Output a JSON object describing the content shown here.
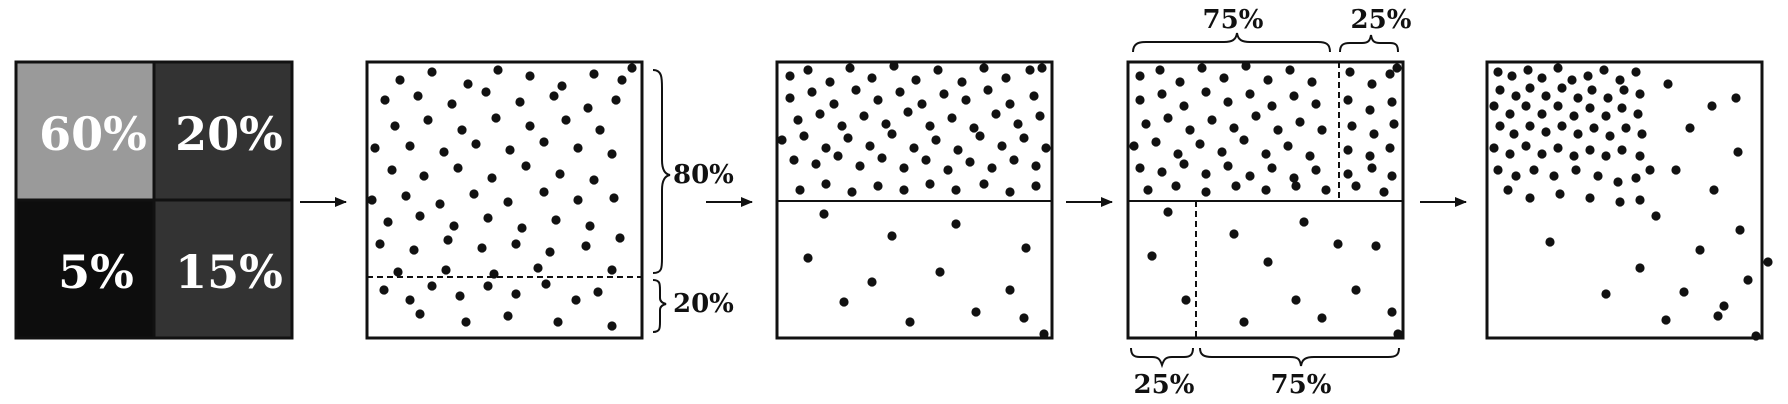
{
  "grid": {
    "cells": [
      {
        "id": "top-left",
        "label": "60%",
        "color": "#9a9a9a"
      },
      {
        "id": "top-right",
        "label": "20%",
        "color": "#333333"
      },
      {
        "id": "bottom-left",
        "label": "5%",
        "color": "#0d0d0d"
      },
      {
        "id": "bottom-right",
        "label": "15%",
        "color": "#333333"
      }
    ]
  },
  "panel2": {
    "top_label": "80%",
    "bottom_label": "20%"
  },
  "panel4": {
    "top_left_label": "75%",
    "top_right_label": "25%",
    "bottom_left_label": "25%",
    "bottom_right_label": "75%"
  },
  "colors": {
    "ink": "#111111",
    "background": "#ffffff"
  }
}
